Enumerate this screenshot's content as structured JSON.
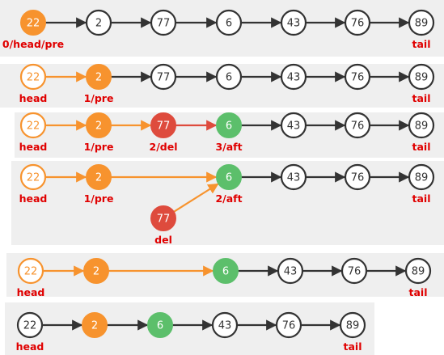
{
  "colors": {
    "panel": "#efefef",
    "stroke": "#333333",
    "orange": "#f7932e",
    "red": "#de4b3d",
    "green": "#5cbf6b",
    "label_red": "#e00000",
    "white": "#ffffff"
  },
  "rows": [
    {
      "nodes": [
        {
          "id": "r1n1",
          "value": "22",
          "style": "orange",
          "label": "0/head/pre"
        },
        {
          "id": "r1n2",
          "value": "2",
          "style": "plain",
          "label": ""
        },
        {
          "id": "r1n3",
          "value": "77",
          "style": "plain",
          "label": ""
        },
        {
          "id": "r1n4",
          "value": "6",
          "style": "plain",
          "label": ""
        },
        {
          "id": "r1n5",
          "value": "43",
          "style": "plain",
          "label": ""
        },
        {
          "id": "r1n6",
          "value": "76",
          "style": "plain",
          "label": ""
        },
        {
          "id": "r1n7",
          "value": "89",
          "style": "plain",
          "label": "tail"
        }
      ],
      "edges": [
        {
          "from": "r1n1",
          "to": "r1n2",
          "style": "dark"
        },
        {
          "from": "r1n2",
          "to": "r1n3",
          "style": "dark"
        },
        {
          "from": "r1n3",
          "to": "r1n4",
          "style": "dark"
        },
        {
          "from": "r1n4",
          "to": "r1n5",
          "style": "dark"
        },
        {
          "from": "r1n5",
          "to": "r1n6",
          "style": "dark"
        },
        {
          "from": "r1n6",
          "to": "r1n7",
          "style": "dark"
        }
      ]
    },
    {
      "nodes": [
        {
          "id": "r2n1",
          "value": "22",
          "style": "outline",
          "label": "head"
        },
        {
          "id": "r2n2",
          "value": "2",
          "style": "orange",
          "label": "1/pre"
        },
        {
          "id": "r2n3",
          "value": "77",
          "style": "plain",
          "label": ""
        },
        {
          "id": "r2n4",
          "value": "6",
          "style": "plain",
          "label": ""
        },
        {
          "id": "r2n5",
          "value": "43",
          "style": "plain",
          "label": ""
        },
        {
          "id": "r2n6",
          "value": "76",
          "style": "plain",
          "label": ""
        },
        {
          "id": "r2n7",
          "value": "89",
          "style": "plain",
          "label": "tail"
        }
      ],
      "edges": [
        {
          "from": "r2n1",
          "to": "r2n2",
          "style": "orange"
        },
        {
          "from": "r2n2",
          "to": "r2n3",
          "style": "dark"
        },
        {
          "from": "r2n3",
          "to": "r2n4",
          "style": "dark"
        },
        {
          "from": "r2n4",
          "to": "r2n5",
          "style": "dark"
        },
        {
          "from": "r2n5",
          "to": "r2n6",
          "style": "dark"
        },
        {
          "from": "r2n6",
          "to": "r2n7",
          "style": "dark"
        }
      ]
    },
    {
      "nodes": [
        {
          "id": "r3n1",
          "value": "22",
          "style": "outline",
          "label": "head"
        },
        {
          "id": "r3n2",
          "value": "2",
          "style": "orange",
          "label": "1/pre"
        },
        {
          "id": "r3n3",
          "value": "77",
          "style": "red",
          "label": "2/del"
        },
        {
          "id": "r3n4",
          "value": "6",
          "style": "green",
          "label": "3/aft"
        },
        {
          "id": "r3n5",
          "value": "43",
          "style": "plain",
          "label": ""
        },
        {
          "id": "r3n6",
          "value": "76",
          "style": "plain",
          "label": ""
        },
        {
          "id": "r3n7",
          "value": "89",
          "style": "plain",
          "label": "tail"
        }
      ],
      "edges": [
        {
          "from": "r3n1",
          "to": "r3n2",
          "style": "orange"
        },
        {
          "from": "r3n2",
          "to": "r3n3",
          "style": "orange"
        },
        {
          "from": "r3n3",
          "to": "r3n4",
          "style": "red"
        },
        {
          "from": "r3n4",
          "to": "r3n5",
          "style": "dark"
        },
        {
          "from": "r3n5",
          "to": "r3n6",
          "style": "dark"
        },
        {
          "from": "r3n6",
          "to": "r3n7",
          "style": "dark"
        }
      ]
    },
    {
      "nodes": [
        {
          "id": "r4n1",
          "value": "22",
          "style": "outline",
          "label": "head"
        },
        {
          "id": "r4n2",
          "value": "2",
          "style": "orange",
          "label": "1/pre"
        },
        {
          "id": "r4n4",
          "value": "6",
          "style": "green",
          "label": "2/aft"
        },
        {
          "id": "r4n5",
          "value": "43",
          "style": "plain",
          "label": ""
        },
        {
          "id": "r4n6",
          "value": "76",
          "style": "plain",
          "label": ""
        },
        {
          "id": "r4n7",
          "value": "89",
          "style": "plain",
          "label": "tail"
        },
        {
          "id": "r4del",
          "value": "77",
          "style": "red",
          "label": "del"
        }
      ],
      "edges": [
        {
          "from": "r4n1",
          "to": "r4n2",
          "style": "orange"
        },
        {
          "from": "r4n2",
          "to": "r4n4",
          "style": "orange"
        },
        {
          "from": "r4del",
          "to": "r4n4",
          "style": "orange"
        },
        {
          "from": "r4n4",
          "to": "r4n5",
          "style": "dark"
        },
        {
          "from": "r4n5",
          "to": "r4n6",
          "style": "dark"
        },
        {
          "from": "r4n6",
          "to": "r4n7",
          "style": "dark"
        }
      ]
    },
    {
      "nodes": [
        {
          "id": "r5n1",
          "value": "22",
          "style": "outline",
          "label": "head"
        },
        {
          "id": "r5n2",
          "value": "2",
          "style": "orange",
          "label": ""
        },
        {
          "id": "r5n4",
          "value": "6",
          "style": "green",
          "label": ""
        },
        {
          "id": "r5n5",
          "value": "43",
          "style": "plain",
          "label": ""
        },
        {
          "id": "r5n6",
          "value": "76",
          "style": "plain",
          "label": ""
        },
        {
          "id": "r5n7",
          "value": "89",
          "style": "plain",
          "label": "tail"
        }
      ],
      "edges": [
        {
          "from": "r5n1",
          "to": "r5n2",
          "style": "orange"
        },
        {
          "from": "r5n2",
          "to": "r5n4",
          "style": "orange"
        },
        {
          "from": "r5n4",
          "to": "r5n5",
          "style": "dark"
        },
        {
          "from": "r5n5",
          "to": "r5n6",
          "style": "dark"
        },
        {
          "from": "r5n6",
          "to": "r5n7",
          "style": "dark"
        }
      ]
    },
    {
      "nodes": [
        {
          "id": "r6n1",
          "value": "22",
          "style": "plain",
          "label": "head"
        },
        {
          "id": "r6n2",
          "value": "2",
          "style": "orange",
          "label": ""
        },
        {
          "id": "r6n4",
          "value": "6",
          "style": "green",
          "label": ""
        },
        {
          "id": "r6n5",
          "value": "43",
          "style": "plain",
          "label": ""
        },
        {
          "id": "r6n6",
          "value": "76",
          "style": "plain",
          "label": ""
        },
        {
          "id": "r6n7",
          "value": "89",
          "style": "plain",
          "label": "tail"
        }
      ],
      "edges": [
        {
          "from": "r6n1",
          "to": "r6n2",
          "style": "dark"
        },
        {
          "from": "r6n2",
          "to": "r6n4",
          "style": "dark"
        },
        {
          "from": "r6n4",
          "to": "r6n5",
          "style": "dark"
        },
        {
          "from": "r6n5",
          "to": "r6n6",
          "style": "dark"
        },
        {
          "from": "r6n6",
          "to": "r6n7",
          "style": "dark"
        }
      ]
    }
  ]
}
